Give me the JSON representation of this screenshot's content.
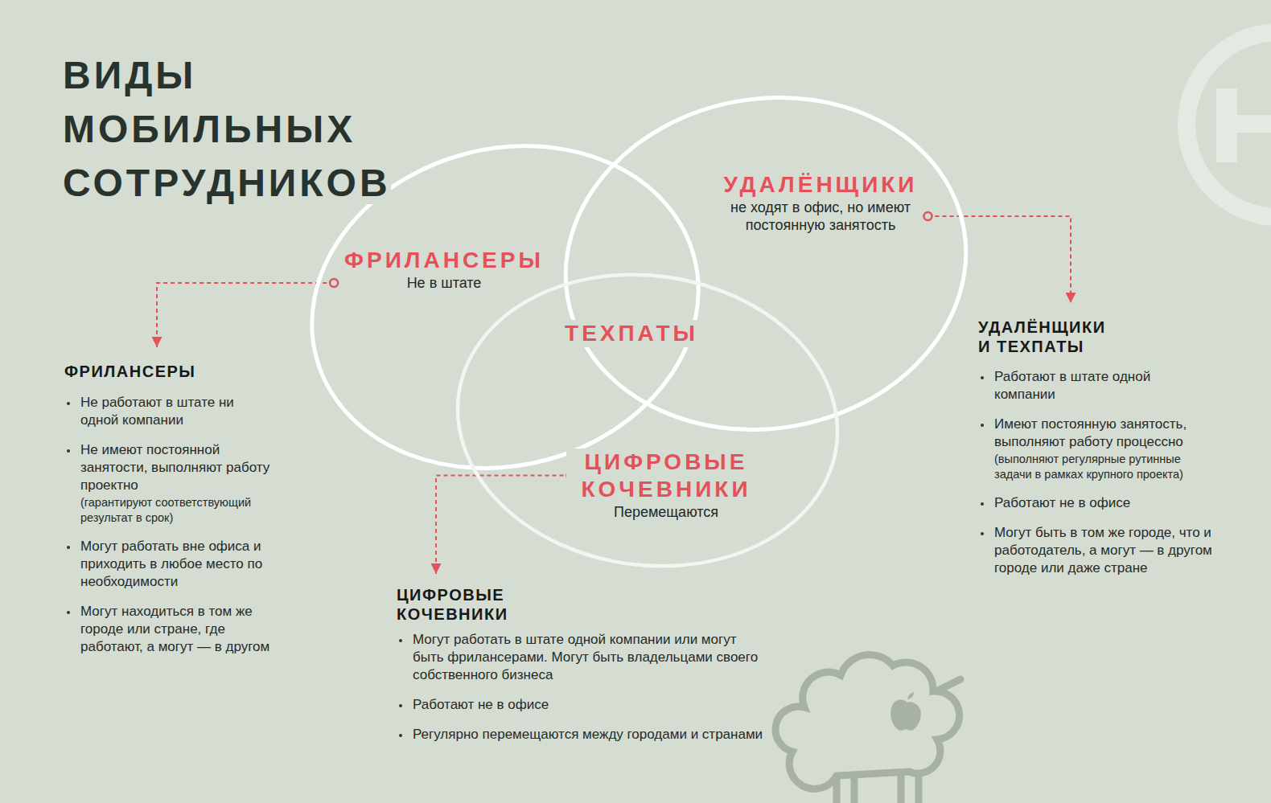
{
  "diagram": {
    "title": "ВИДЫ МОБИЛЬНЫХ СОТРУДНИКОВ",
    "nodes": [
      {
        "text": [
          "ФРИЛАНСЕРЫ",
          "Не в штате"
        ]
      },
      {
        "text": [
          "УДАЛЁНЩИКИ",
          "не ходят в офис, но имеют постоянную занятость"
        ]
      },
      {
        "text": [
          "ЦИФРОВЫЕ КОЧЕВНИКИ",
          "Перемещаются"
        ]
      },
      {
        "text": [
          "ФРИЛАНСЕРЫ",
          "Не работают в штате ни одной компании",
          "Не имеют постоянной занятости, выполняют работу проектно",
          "(гарантируют соответствующий результат в срок)",
          "Могут работать вне офиса и приходить в любое место по необходимости",
          "Могут находиться в том же городе или стране, где работают, а могут — в другом"
        ]
      },
      {
        "text": [
          "ЦИФРОВЫЕ КОЧЕВНИКИ",
          "Могут работать в штате одной компании или могут быть фрилансерами. Могут быть владельцами своего собственного бизнеса",
          "Работают не в офисе",
          "Регулярно перемещаются между городами и странами"
        ]
      },
      {
        "text": [
          "УДАЛЁНЩИКИ И ТЕХПАТЫ",
          "Работают в штате одной компании",
          "Имеют постоянную занятость, выполняют работу процессно",
          "(выполняют регулярные рутинные задачи в рамках крупного проекта)",
          "Работают не в офисе",
          "Могут быть в том же городе, что и работодатель, а могут — в другом городе или даже стране"
        ]
      }
    ],
    "edges": [
      {
        "from": 0,
        "to": 3,
        "arrow": "to"
      },
      {
        "from": 1,
        "to": 5,
        "arrow": "to"
      },
      {
        "from": 2,
        "to": 4,
        "arrow": "to"
      }
    ],
    "labels": [
      "ТЕХПАТЫ"
    ]
  }
}
